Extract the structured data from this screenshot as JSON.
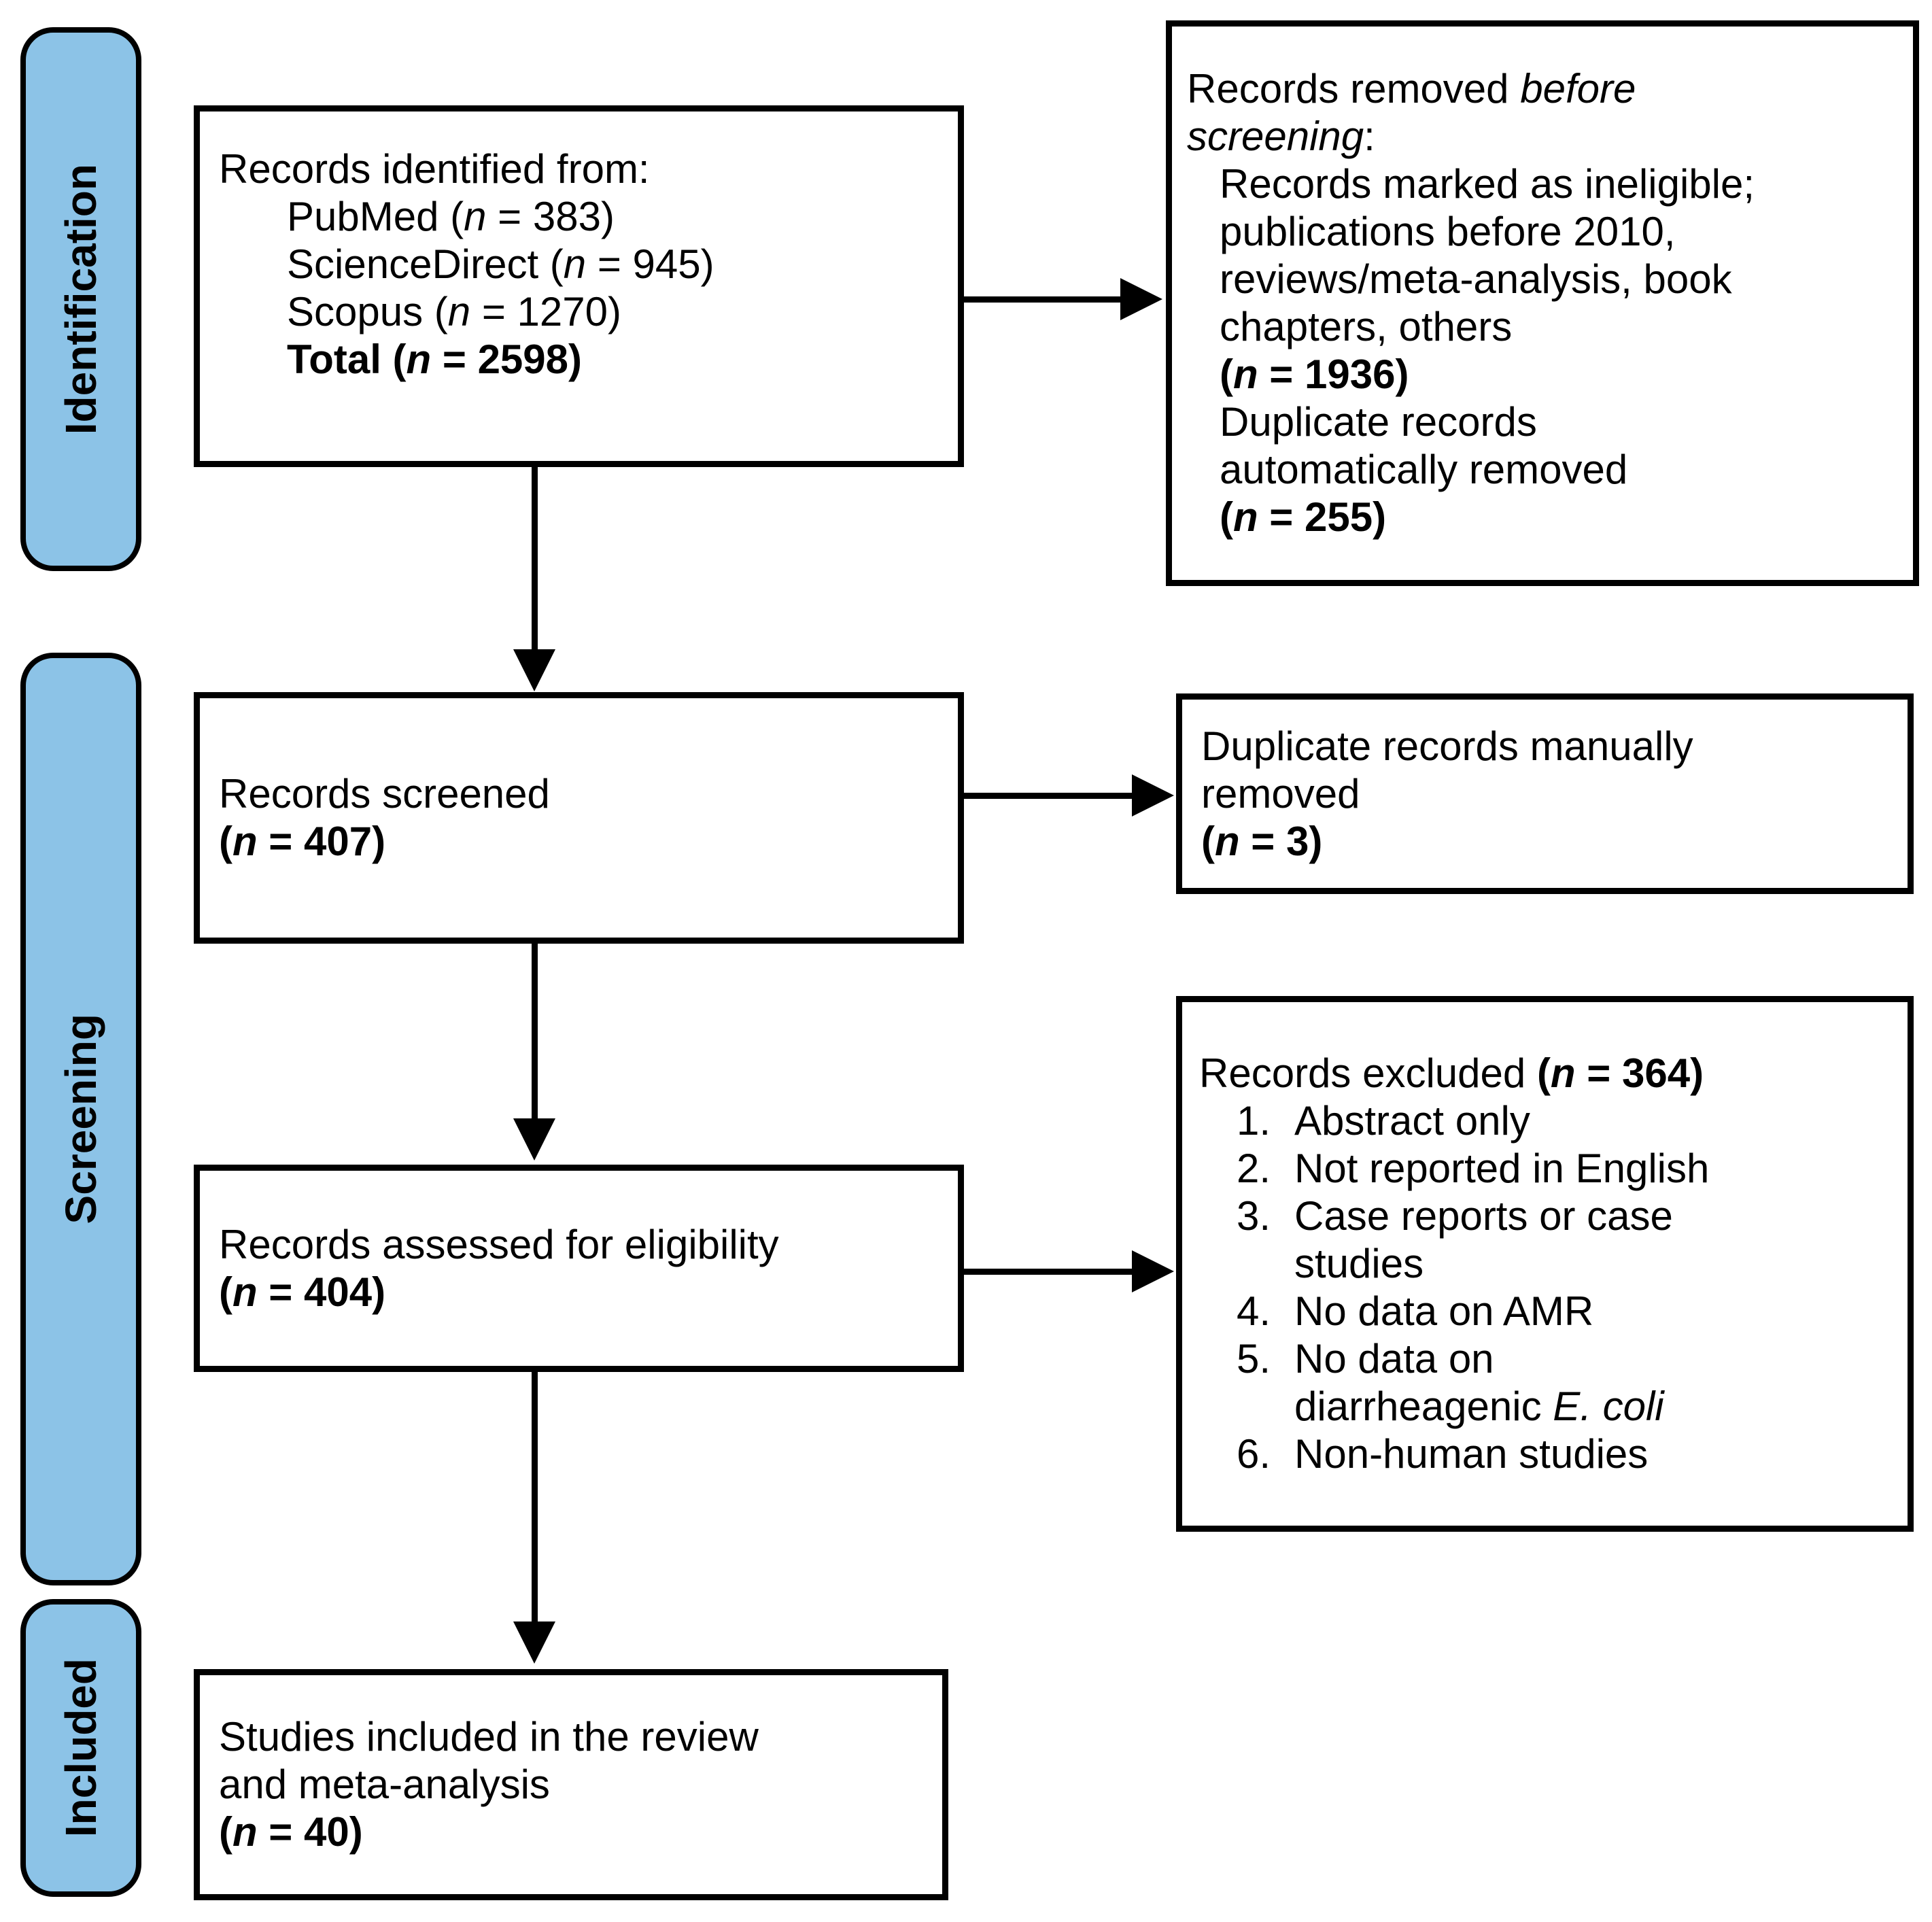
{
  "colors": {
    "stage_fill": "#8CC3E7",
    "stage_border": "#000000",
    "box_border": "#000000",
    "arrow": "#000000",
    "text": "#000000",
    "background": "#FFFFFF"
  },
  "stages": [
    {
      "id": "identification",
      "label": "Identification"
    },
    {
      "id": "screening",
      "label": "Screening"
    },
    {
      "id": "included",
      "label": "Included"
    }
  ],
  "boxes": {
    "identified": {
      "lines": [
        {
          "text": "Records identified from:"
        },
        {
          "text": "PubMed (n = 383)",
          "indent": 1
        },
        {
          "text": "ScienceDirect (n = 945)",
          "indent": 1
        },
        {
          "text": "Scopus (n = 1270)",
          "indent": 1
        },
        {
          "text": "Total (n = 2598)",
          "indent": 1,
          "bold": true
        }
      ]
    },
    "removed_before_screening": {
      "lines": [
        {
          "text": "Records removed before",
          "italics": [
            "before"
          ]
        },
        {
          "text": "screening:",
          "italics": [
            "screening"
          ]
        },
        {
          "text": "Records marked as ineligible;",
          "indent": 1
        },
        {
          "text": "publications before 2010,",
          "indent": 1
        },
        {
          "text": "reviews/meta-analysis, book",
          "indent": 1
        },
        {
          "text": "chapters, others",
          "indent": 1
        },
        {
          "text": "(n = 1936)",
          "indent": 1,
          "bold": true
        },
        {
          "text": "Duplicate records",
          "indent": 1
        },
        {
          "text": "automatically removed",
          "indent": 1
        },
        {
          "text": "(n = 255)",
          "indent": 1,
          "bold": true
        }
      ]
    },
    "screened": {
      "lines": [
        {
          "text": "Records screened"
        },
        {
          "text": "(n = 407)",
          "bold": true
        }
      ]
    },
    "duplicates_manual": {
      "lines": [
        {
          "text": "Duplicate records manually"
        },
        {
          "text": "removed"
        },
        {
          "text": "(n = 3)",
          "bold": true
        }
      ]
    },
    "assessed": {
      "lines": [
        {
          "text": "Records assessed for eligibility"
        },
        {
          "text": "(n = 404)",
          "bold": true
        }
      ]
    },
    "excluded": {
      "lines": [
        {
          "text": "Records excluded (n = 364)",
          "bolds": [
            "(n = 364)"
          ]
        },
        {
          "num": "1.",
          "text": "Abstract only"
        },
        {
          "num": "2.",
          "text": "Not reported in English"
        },
        {
          "num": "3.",
          "text": "Case reports or case"
        },
        {
          "cont": true,
          "text": "studies"
        },
        {
          "num": "4.",
          "text": "No data on AMR"
        },
        {
          "num": "5.",
          "text": "No data on"
        },
        {
          "cont": true,
          "text": "diarrheagenic E. coli",
          "italics": [
            "E. coli"
          ]
        },
        {
          "num": "6.",
          "text": "Non-human studies"
        }
      ]
    },
    "included_studies": {
      "lines": [
        {
          "text": "Studies included in the review"
        },
        {
          "text": "and meta-analysis"
        },
        {
          "text": "(n = 40)",
          "bold": true
        }
      ]
    }
  }
}
